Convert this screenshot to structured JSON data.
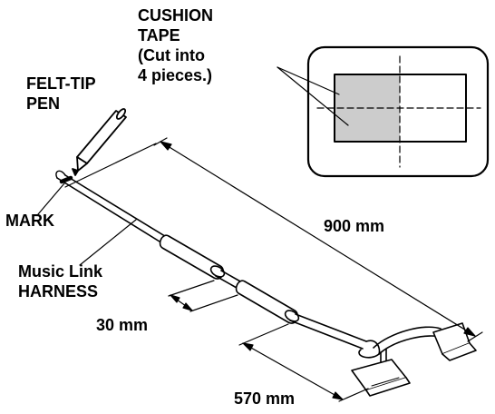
{
  "labels": {
    "cushion_tape": "CUSHION\nTAPE\n(Cut into\n4 pieces.)",
    "felt_tip_pen": "FELT-TIP\nPEN",
    "mark": "MARK",
    "harness": "Music Link\nHARNESS",
    "dim_900": "900 mm",
    "dim_30": "30 mm",
    "dim_570": "570 mm"
  },
  "colors": {
    "line": "#000000",
    "tape_fill": "#cccccc",
    "background": "#ffffff"
  }
}
